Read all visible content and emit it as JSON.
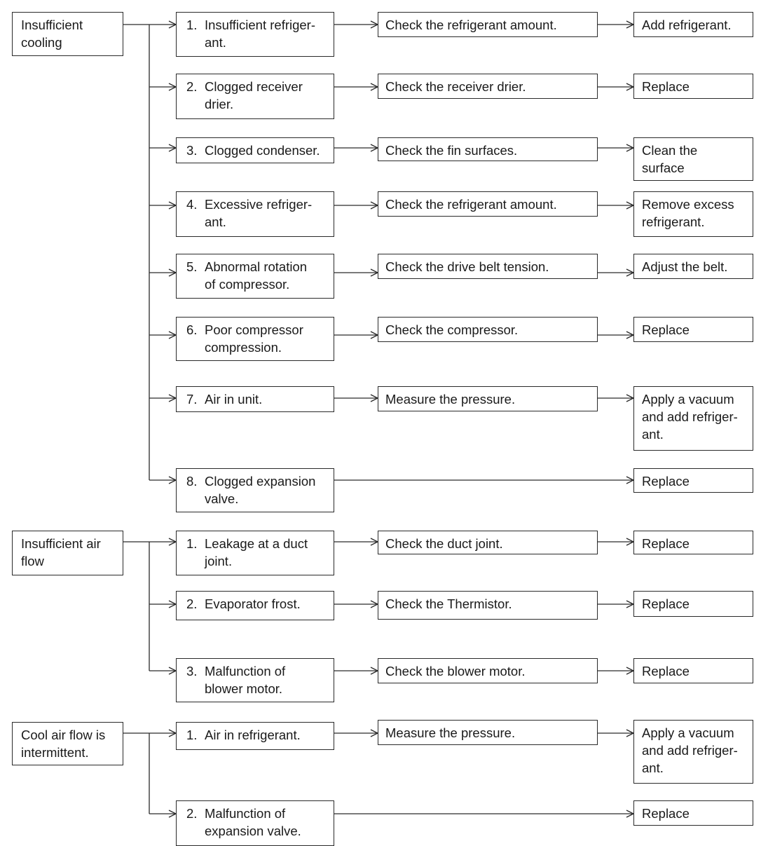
{
  "groups": [
    {
      "symptom": [
        "Insufficient",
        "cooling"
      ],
      "causes": [
        {
          "num": "1.",
          "text": [
            "Insufficient refriger-",
            "ant."
          ],
          "check": "Check the refrigerant amount.",
          "remedy": [
            "Add refrigerant."
          ]
        },
        {
          "num": "2.",
          "text": [
            "Clogged receiver",
            "drier."
          ],
          "check": "Check the receiver drier.",
          "remedy": [
            "Replace"
          ]
        },
        {
          "num": "3.",
          "text": [
            "Clogged condenser."
          ],
          "check": "Check the fin surfaces.",
          "remedy": [
            "Clean the",
            "surface"
          ]
        },
        {
          "num": "4.",
          "text": [
            "Excessive refriger-",
            "ant."
          ],
          "check": "Check the refrigerant amount.",
          "remedy": [
            "Remove excess",
            "refrigerant."
          ]
        },
        {
          "num": "5.",
          "text": [
            "Abnormal rotation",
            "of compressor."
          ],
          "check": "Check the drive belt tension.",
          "remedy": [
            "Adjust the belt."
          ]
        },
        {
          "num": "6.",
          "text": [
            "Poor compressor",
            "compression."
          ],
          "check": "Check the compressor.",
          "remedy": [
            "Replace"
          ]
        },
        {
          "num": "7.",
          "text": [
            "Air in unit."
          ],
          "check": "Measure the pressure.",
          "remedy": [
            "Apply a vacuum",
            "and add refriger-",
            "ant."
          ]
        },
        {
          "num": "8.",
          "text": [
            "Clogged expansion",
            "valve."
          ],
          "check": null,
          "remedy": [
            "Replace"
          ]
        }
      ]
    },
    {
      "symptom": [
        "Insufficient air",
        "flow"
      ],
      "causes": [
        {
          "num": "1.",
          "text": [
            "Leakage at a duct",
            "joint."
          ],
          "check": "Check the duct joint.",
          "remedy": [
            "Replace"
          ]
        },
        {
          "num": "2.",
          "text": [
            "Evaporator frost."
          ],
          "check": "Check the Thermistor.",
          "remedy": [
            "Replace"
          ]
        },
        {
          "num": "3.",
          "text": [
            "Malfunction of",
            "blower motor."
          ],
          "check": "Check the blower motor.",
          "remedy": [
            "Replace"
          ]
        }
      ]
    },
    {
      "symptom": [
        "Cool air flow is",
        "intermittent."
      ],
      "causes": [
        {
          "num": "1.",
          "text": [
            "Air in refrigerant."
          ],
          "check": "Measure the pressure.",
          "remedy": [
            "Apply a vacuum",
            "and add refriger-",
            "ant."
          ]
        },
        {
          "num": "2.",
          "text": [
            "Malfunction of",
            "expansion valve."
          ],
          "check": null,
          "remedy": [
            "Replace"
          ]
        }
      ]
    }
  ]
}
